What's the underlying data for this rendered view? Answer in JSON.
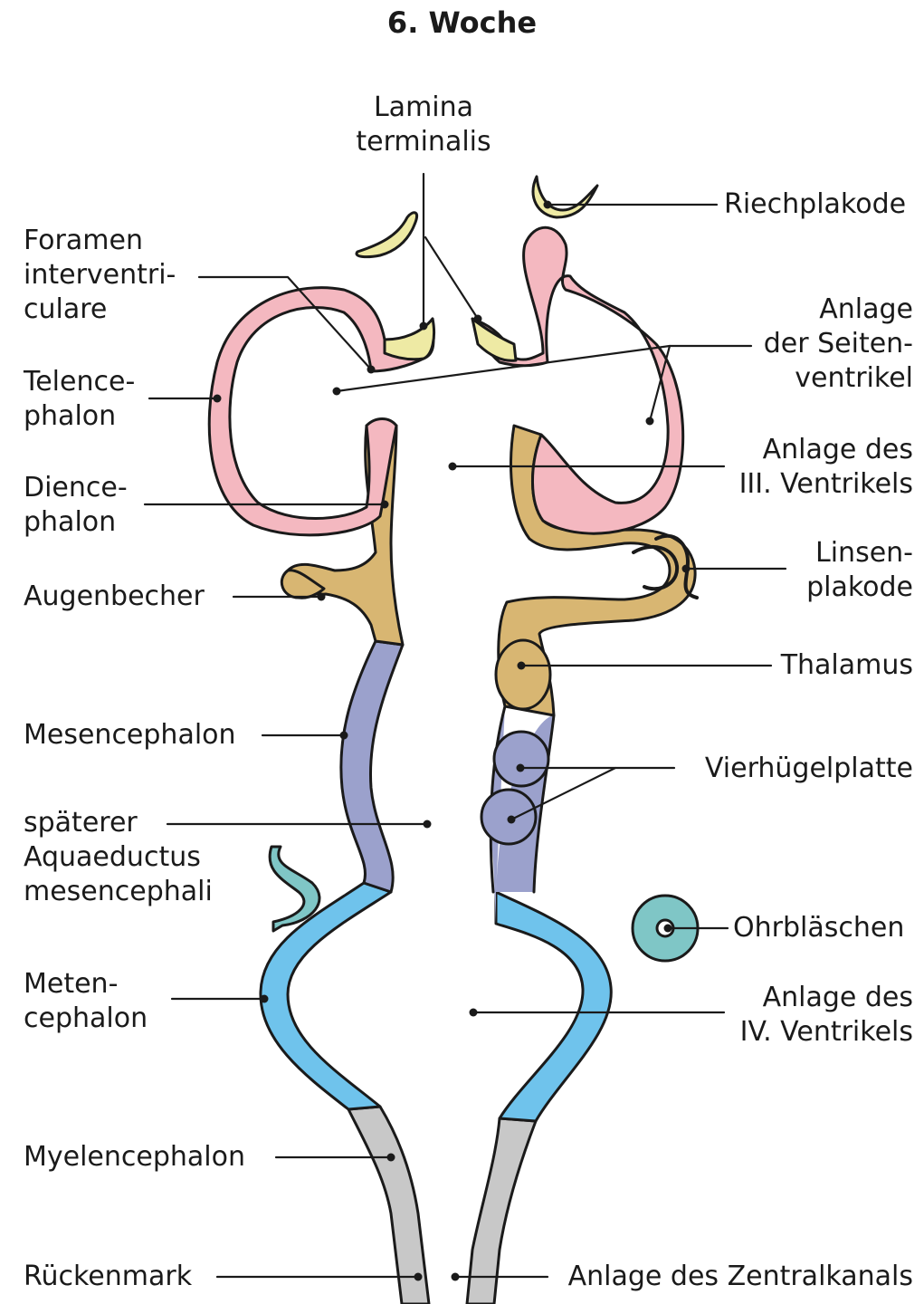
{
  "title": "6. Woche",
  "labels": {
    "lamina_terminalis": [
      "Lamina",
      "terminalis"
    ],
    "riechplakode": [
      "Riechplakode"
    ],
    "foramen": [
      "Foramen",
      "interventri-",
      "culare"
    ],
    "seitenventrikel": [
      "Anlage",
      "der Seiten-",
      "ventrikel"
    ],
    "telencephalon": [
      "Telence-",
      "phalon"
    ],
    "ventrikel3": [
      "Anlage des",
      "III. Ventrikels"
    ],
    "diencephalon": [
      "Dience-",
      "phalon"
    ],
    "linsenplakode": [
      "Linsen-",
      "plakode"
    ],
    "augenbecher": [
      "Augenbecher"
    ],
    "thalamus": [
      "Thalamus"
    ],
    "mesencephalon": [
      "Mesencephalon"
    ],
    "vierhuegel": [
      "Vierhügelplatte"
    ],
    "aquaeductus": [
      "späterer",
      "Aquaeductus",
      "mesencephali"
    ],
    "ohrblaeschen": [
      "Ohrbläschen"
    ],
    "metencephalon": [
      "Meten-",
      "cephalon"
    ],
    "ventrikel4": [
      "Anlage des",
      "IV. Ventrikels"
    ],
    "myelencephalon": [
      "Myelencephalon"
    ],
    "rueckenmark": [
      "Rückenmark"
    ],
    "zentralkanal": [
      "Anlage des Zentralkanals"
    ]
  },
  "colors": {
    "telencephalon": "#f4b8c0",
    "diencephalon": "#d8b672",
    "mesencephalon": "#9ba1cc",
    "metencephalon": "#6fc3ec",
    "myelencephalon": "#c8c8c8",
    "placode": "#eeeaa4",
    "otic": "#7fc6c6",
    "outline": "#1a1a1a"
  }
}
